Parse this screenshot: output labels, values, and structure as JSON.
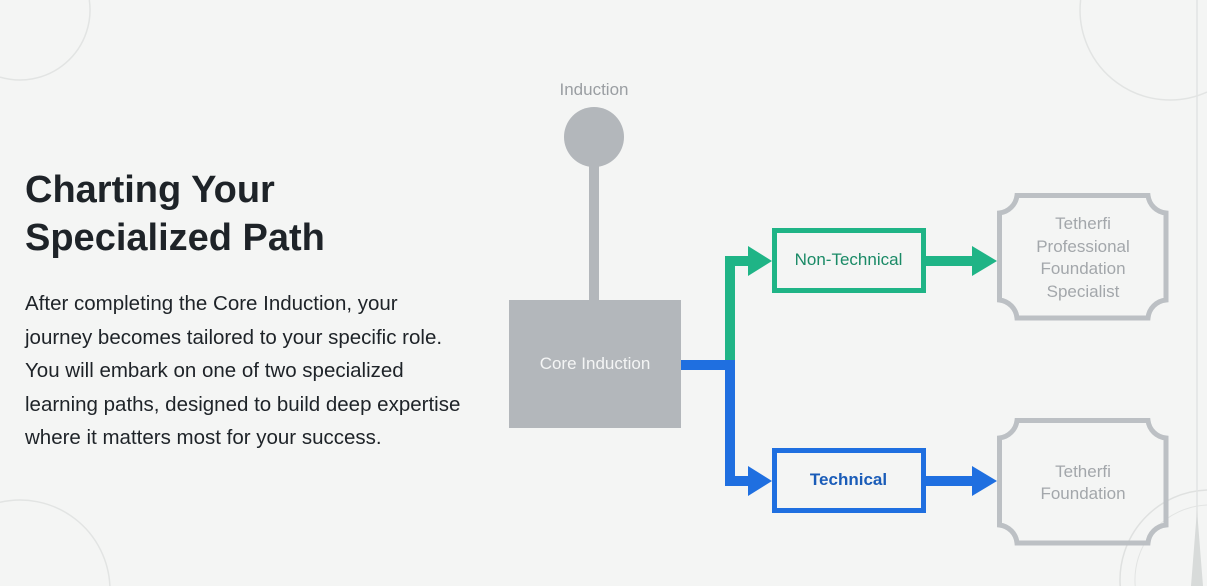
{
  "heading": "Charting Your Specialized Path",
  "description": "After completing the Core Induction, your journey becomes tailored to your specific role. You will embark on one of two specialized learning paths, designed to build deep expertise where it matters most for your success.",
  "diagram": {
    "start_label": "Induction",
    "core": "Core Induction",
    "paths": [
      {
        "label": "Non-Technical",
        "color": "#1fb486",
        "outcome": "Tetherfi Professional Foundation Specialist"
      },
      {
        "label": "Technical",
        "color": "#1f6fe0",
        "outcome": "Tetherfi Foundation"
      }
    ],
    "neutral_color": "#b3b7bb"
  }
}
